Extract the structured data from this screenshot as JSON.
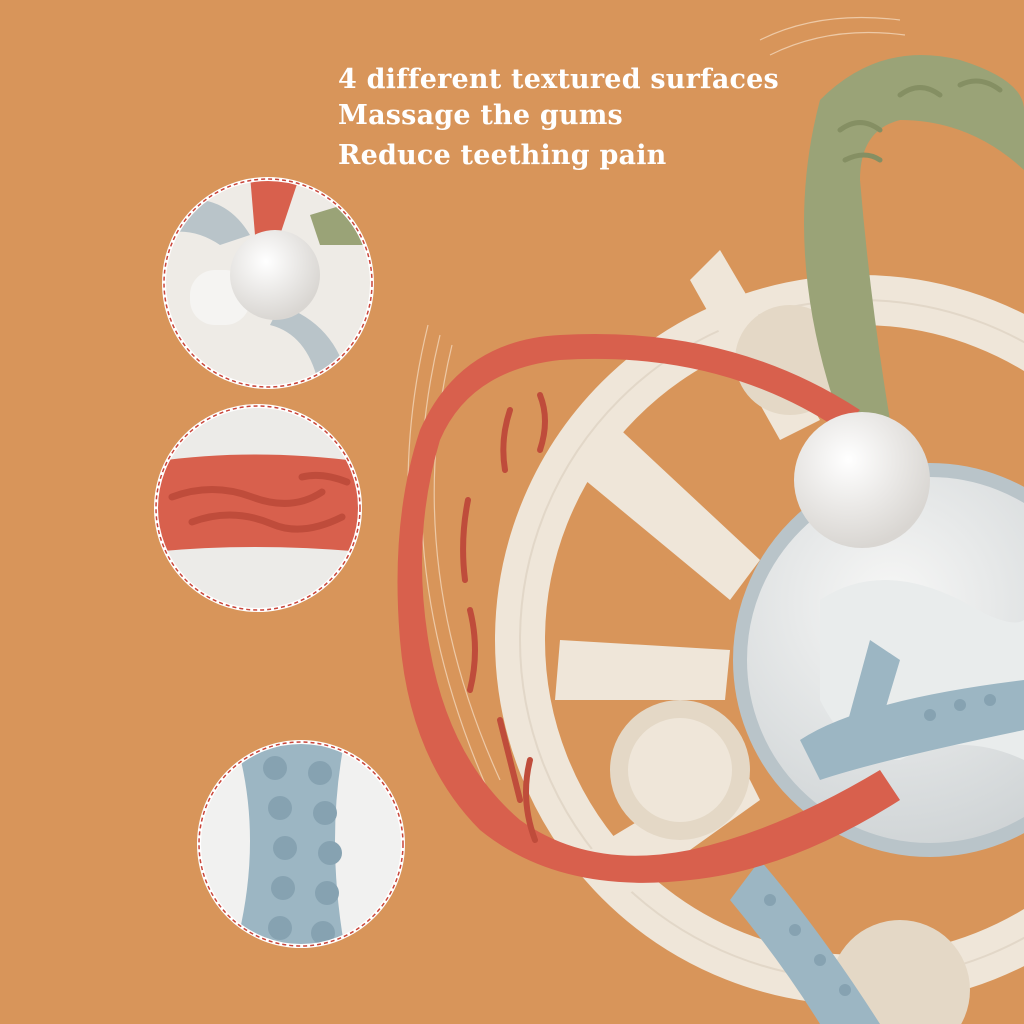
{
  "headline": {
    "lines": [
      "4 different textured surfaces",
      "Massage the gums",
      "Reduce teething pain"
    ]
  },
  "colors": {
    "background": "#d8955a",
    "ring": "#efe6d9",
    "red_handle": "#d8604d",
    "green_handle": "#9aa377",
    "blue_handle": "#9cb6c3",
    "ball": "#f4f2ef",
    "callout_border": "#c9453a"
  },
  "icons": [
    "teether-toy",
    "zoom-callout-ball",
    "zoom-callout-ridges",
    "zoom-callout-bumps"
  ]
}
